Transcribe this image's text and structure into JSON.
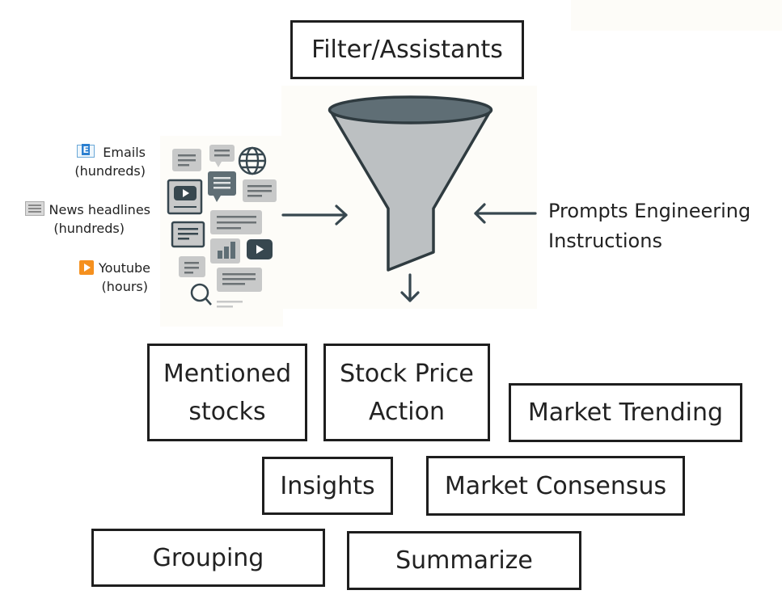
{
  "header": {
    "title": "Filter/Assistants"
  },
  "sources": [
    {
      "icon": "email-icon",
      "label": "Emails",
      "volume": "(hundreds)"
    },
    {
      "icon": "newspaper-icon",
      "label": "News headlines",
      "volume": "(hundreds)"
    },
    {
      "icon": "play-button-icon",
      "label": "Youtube",
      "volume": "(hours)"
    }
  ],
  "right_input": {
    "line1": "Prompts Engineering",
    "line2": "Instructions"
  },
  "outputs": {
    "mentioned_stocks": {
      "line1": "Mentioned",
      "line2": "stocks"
    },
    "stock_price_action": {
      "line1": "Stock Price",
      "line2": "Action"
    },
    "market_trending": "Market Trending",
    "insights": "Insights",
    "market_consensus": "Market Consensus",
    "grouping": "Grouping",
    "summarize": "Summarize"
  },
  "colors": {
    "ink": "#1e1e1e",
    "slate": "#37474f",
    "funnel_fill": "#bcc0c2",
    "funnel_rim": "#5f6e75",
    "card": "#c8c9c9",
    "cream": "#fdfcf8"
  }
}
